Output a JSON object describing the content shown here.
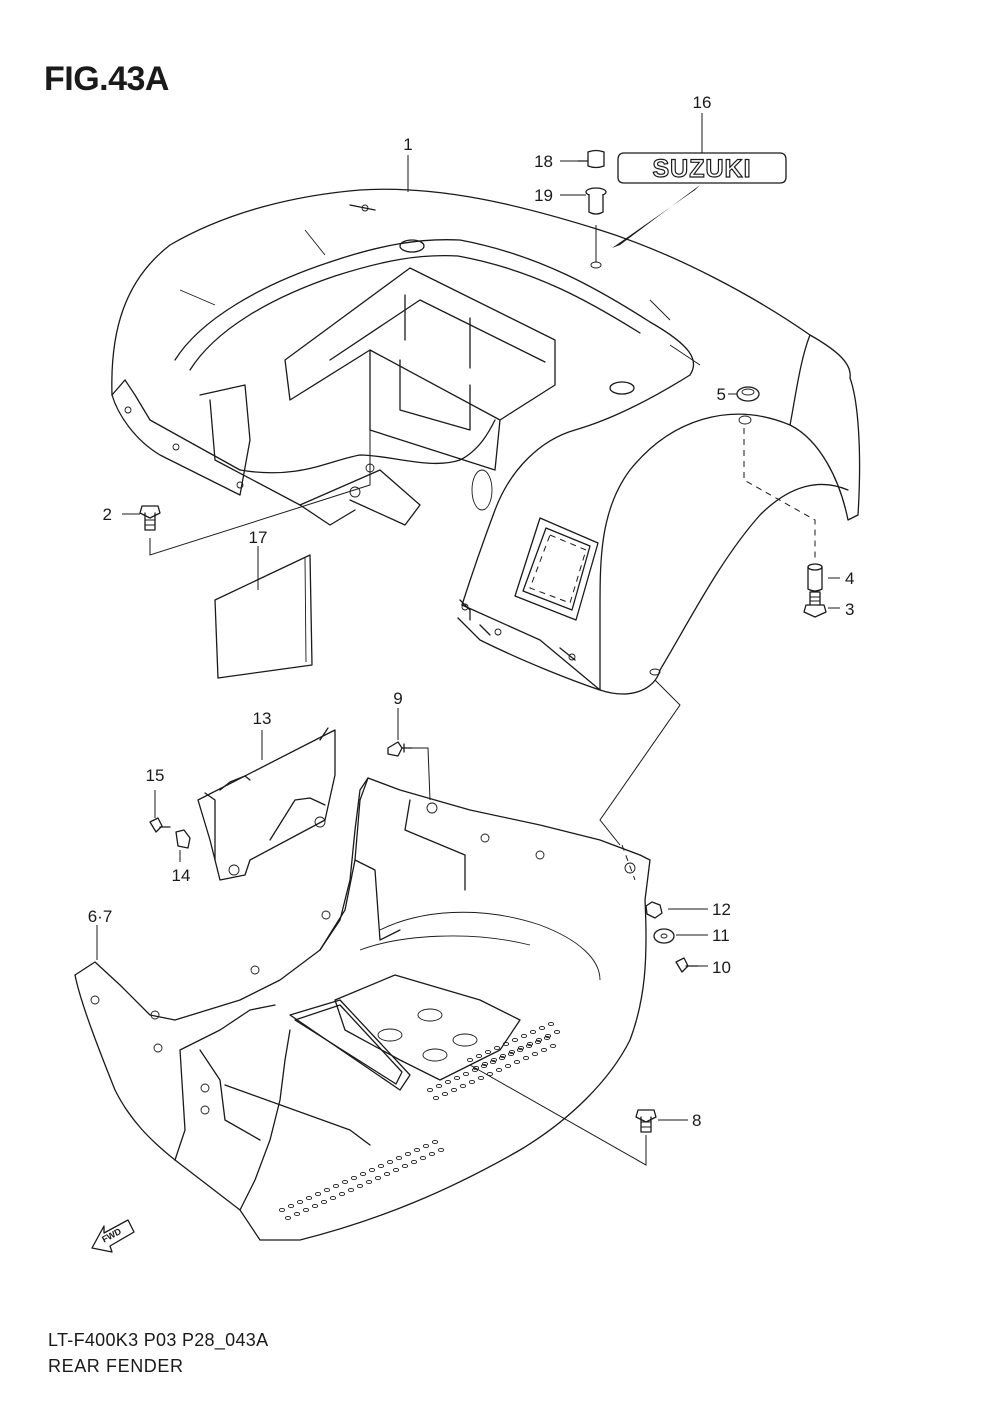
{
  "figure": {
    "title": "FIG.43A",
    "code": "LT-F400K3 P03 P28_043A",
    "name": "REAR FENDER"
  },
  "emblem": {
    "text": "SUZUKI"
  },
  "fwd_arrow": {
    "text": "FWD"
  },
  "callouts": {
    "c1": "1",
    "c2": "2",
    "c3": "3",
    "c4": "4",
    "c5": "5",
    "c67": "6·7",
    "c8": "8",
    "c9": "9",
    "c10": "10",
    "c11": "11",
    "c12": "12",
    "c13": "13",
    "c14": "14",
    "c15": "15",
    "c16": "16",
    "c17": "17",
    "c18": "18",
    "c19": "19"
  },
  "colors": {
    "line": "#1a1a1a",
    "background": "#ffffff"
  },
  "icons": [
    "bolt-icon",
    "grommet-icon",
    "collar-icon",
    "washer-icon",
    "nut-icon",
    "fwd-arrow-icon"
  ]
}
